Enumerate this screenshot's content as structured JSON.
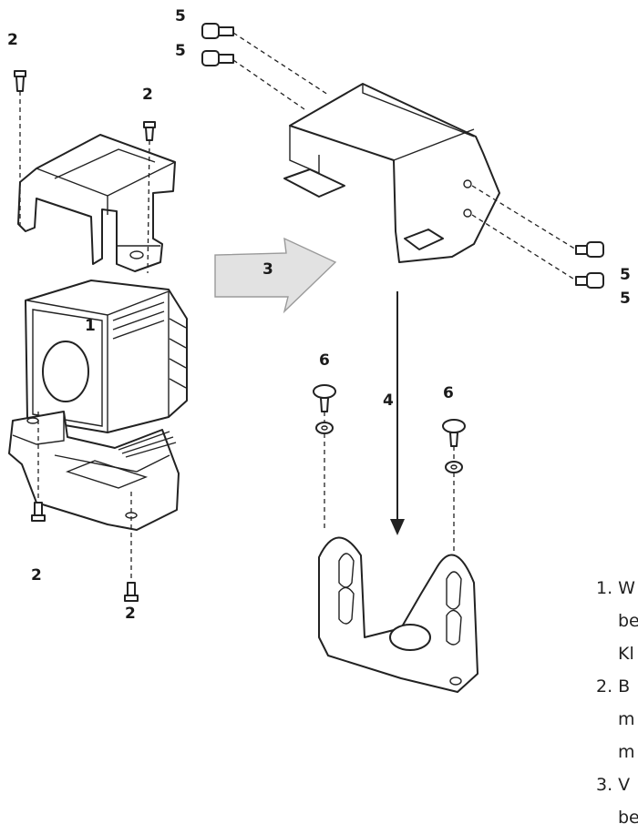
{
  "labels": {
    "screw_top_left": "2",
    "screw_top_right": "2",
    "camera": "1",
    "screw_bottom_left": "2",
    "screw_bottom_right": "2",
    "arrow_slide": "3",
    "arrow_down": "4",
    "bolt_top_a": "5",
    "bolt_top_b": "5",
    "bolt_side_a": "5",
    "bolt_side_b": "5",
    "washer_screw_left": "6",
    "washer_screw_right": "6"
  },
  "steps": [
    "1. W",
    "be",
    "Kl",
    "2. B",
    "m",
    "m",
    "3. V",
    "be"
  ],
  "colors": {
    "line": "#222222",
    "arrow_fill": "#e2e2e2"
  }
}
